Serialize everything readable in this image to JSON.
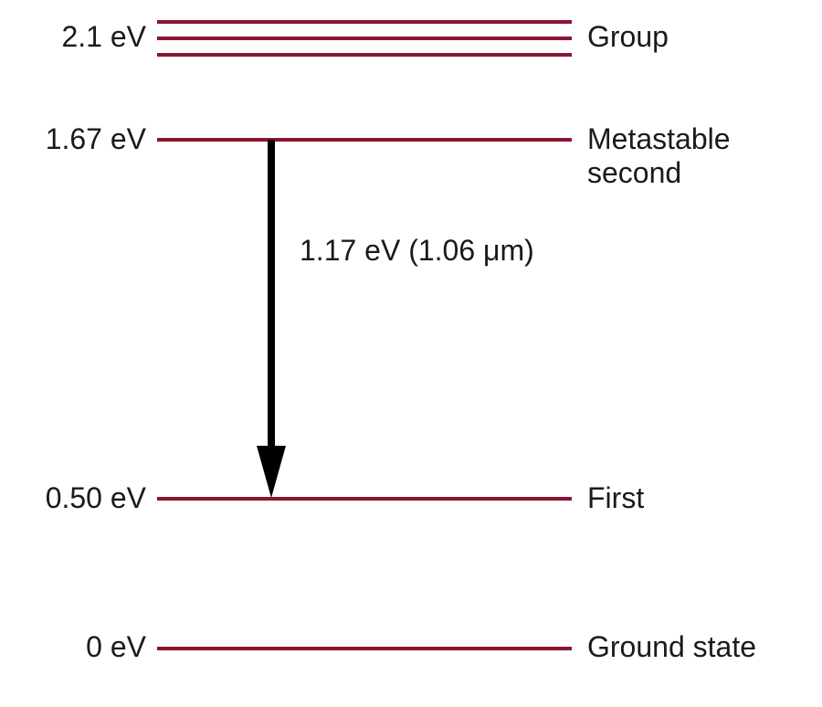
{
  "diagram": {
    "levels": [
      {
        "energy": "2.1  eV",
        "name": "Group"
      },
      {
        "energy": "1.67  eV",
        "name": "Metastable second"
      },
      {
        "energy": "0.50 eV",
        "name": "First"
      },
      {
        "energy": "0  eV",
        "name": "Ground state"
      }
    ],
    "transition_label": "1.17  eV (1.06 μm)",
    "colors": {
      "level_line": "#8b1530",
      "arrow": "#000000",
      "text": "#1a1a1a"
    }
  }
}
